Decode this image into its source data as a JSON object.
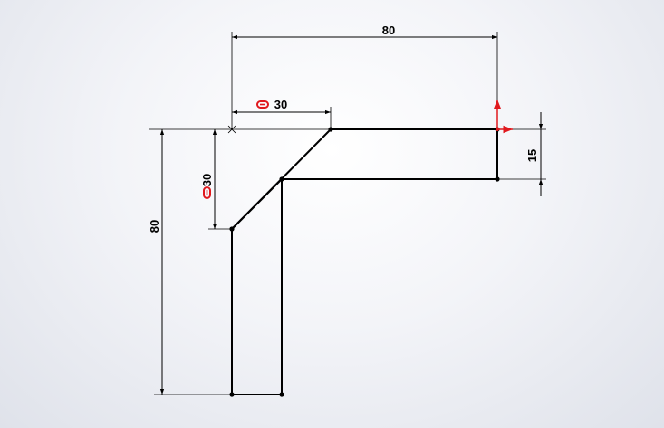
{
  "dimensions": {
    "top_width": "80",
    "chamfer_horizontal": "30",
    "chamfer_vertical": "30",
    "height": "80",
    "thickness": "15"
  },
  "colors": {
    "geometry": "#000000",
    "origin": "#e0191e",
    "relation_icon": "#e0191e"
  },
  "icons": {
    "origin": "origin-axis-icon",
    "equal_relation": "link-relation-icon"
  }
}
